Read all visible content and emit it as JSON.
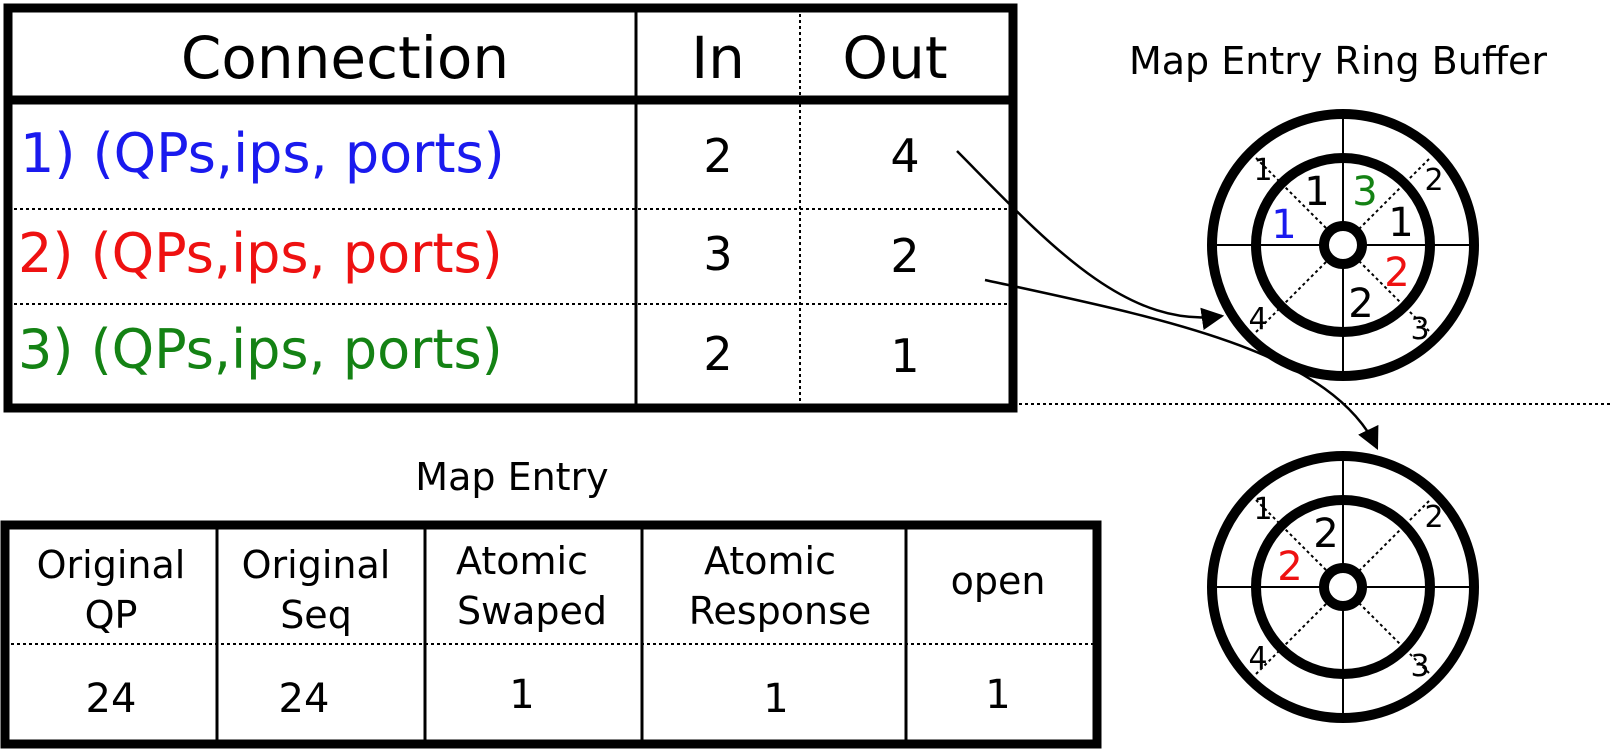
{
  "connection_table": {
    "headers": {
      "connection": "Connection",
      "in": "In",
      "out": "Out"
    },
    "rows": [
      {
        "label": "1) (QPs,ips, ports)",
        "in": "2",
        "out": "4",
        "color": "#1a1aee"
      },
      {
        "label": "2) (QPs,ips, ports)",
        "in": "3",
        "out": "2",
        "color": "#ee1111"
      },
      {
        "label": "3) (QPs,ips, ports)",
        "in": "2",
        "out": "1",
        "color": "#148214"
      }
    ]
  },
  "ring_buffer_title": "Map Entry Ring Buffer",
  "map_entry": {
    "title": "Map Entry",
    "headers": [
      [
        "Original",
        "QP"
      ],
      [
        "Original",
        "Seq"
      ],
      [
        "Atomic",
        "Swaped"
      ],
      [
        "Atomic",
        "Response"
      ],
      [
        "open"
      ]
    ],
    "values": [
      "24",
      "24",
      "1",
      "1",
      "1"
    ]
  },
  "ring_top": {
    "outer_labels": [
      "1",
      "2",
      "3",
      "4"
    ],
    "inner_labels": [
      {
        "text": "1",
        "color": "#000000"
      },
      {
        "text": "3",
        "color": "#148214"
      },
      {
        "text": "1",
        "color": "#000000"
      },
      {
        "text": "2",
        "color": "#ee1111"
      },
      {
        "text": "2",
        "color": "#000000"
      },
      {
        "text": "1",
        "color": "#1a1aee"
      }
    ]
  },
  "ring_bottom": {
    "outer_labels": [
      "1",
      "2",
      "3",
      "4"
    ],
    "inner_labels": [
      {
        "text": "2",
        "color": "#000000"
      },
      {
        "text": "2",
        "color": "#ee1111"
      }
    ]
  }
}
